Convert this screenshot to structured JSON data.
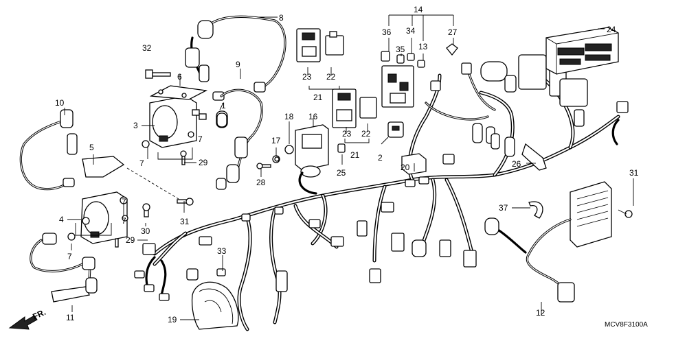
{
  "drawing_code": "MCV8F3100A",
  "front_marker": "FR.",
  "callouts": {
    "c2": "2",
    "c3": "3",
    "c4": "4",
    "c5": "5",
    "c6": "6",
    "c7a": "7",
    "c7b": "7",
    "c7c": "7",
    "c7d": "7",
    "c7e": "7",
    "c8": "8",
    "c9": "9",
    "c10": "10",
    "c11": "11",
    "c12": "12",
    "c13": "13",
    "c14": "14",
    "c16": "16",
    "c17": "17",
    "c18": "18",
    "c19": "19",
    "c20": "20",
    "c21a": "21",
    "c21b": "21",
    "c22a": "22",
    "c22b": "22",
    "c23a": "23",
    "c23b": "23",
    "c24": "24",
    "c25": "25",
    "c26": "26",
    "c27": "27",
    "c28": "28",
    "c29a": "29",
    "c29b": "29",
    "c30": "30",
    "c31a": "31",
    "c31b": "31",
    "c32": "32",
    "c33": "33",
    "c34": "34",
    "c35": "35",
    "c36": "36",
    "c37": "37",
    "c1": "1"
  }
}
